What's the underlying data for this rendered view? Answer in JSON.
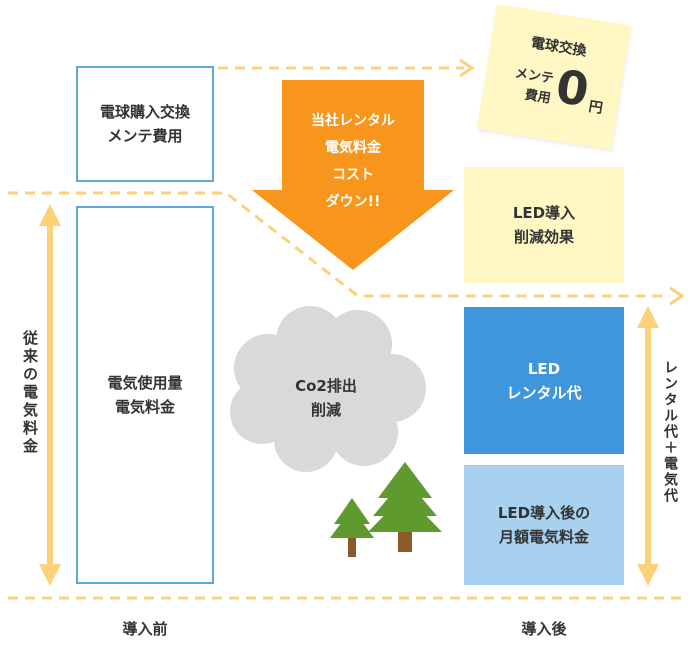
{
  "before": {
    "maintenance_box": {
      "line1": "電球購入交換",
      "line2": "メンテ費用"
    },
    "electricity_box": {
      "line1": "電気使用量",
      "line2": "電気料金"
    },
    "conventional_label": "従来の電気料金",
    "bottom_label": "導入前"
  },
  "center": {
    "cost_down_arrow": {
      "line1": "当社レンタル",
      "line2": "電気料金",
      "line3": "コスト",
      "line4": "ダウン!!"
    },
    "co2_cloud": {
      "line1": "Co2排出",
      "line2": "削減"
    }
  },
  "after": {
    "maintenance_note": {
      "line1": "電球交換",
      "line2a": "メンテ",
      "line2b": "費用",
      "amount": "0",
      "unit": "円"
    },
    "led_effect_box": {
      "line1": "LED導入",
      "line2": "削減効果"
    },
    "led_rental_box": {
      "line1": "LED",
      "line2": "レンタル代"
    },
    "led_electricity_box": {
      "line1": "LED導入後の",
      "line2": "月額電気料金"
    },
    "side_label": "レンタル代＋電気代",
    "bottom_label": "導入後"
  },
  "colors": {
    "dash": "#fdd07a",
    "orange": "#f7951d",
    "outline_blue": "#5aa6dd",
    "led_blue": "#3f96dc",
    "light_blue": "#a8d1f0",
    "light_yellow": "#fff7c4",
    "range_arrow": "#fdd07a",
    "cloud": "#d9d9d9",
    "tree_green": "#5f9a2f",
    "trunk": "#8b5a2b"
  }
}
